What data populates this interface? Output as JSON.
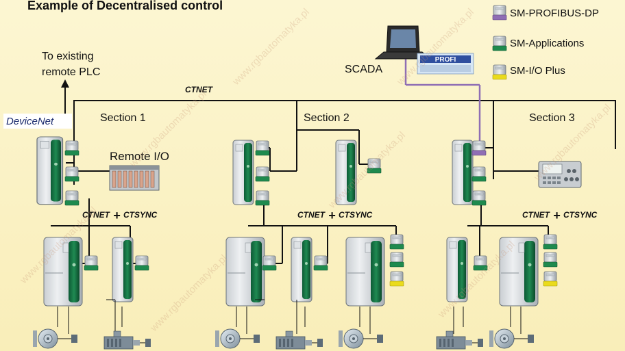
{
  "title": "Example of Decentralised control",
  "legend": [
    {
      "label": "SM-PROFIBUS-DP",
      "color": "#8f6eb4"
    },
    {
      "label": "SM-Applications",
      "color": "#1e8a4e"
    },
    {
      "label": "SM-I/O Plus",
      "color": "#eadb1c"
    }
  ],
  "remote_plc": {
    "line1": "To existing",
    "line2": "remote PLC"
  },
  "devicenet_logo": "DeviceNet",
  "scada_label": "SCADA",
  "profibus_logo": "PROFI",
  "ctnet_label": "CTNET",
  "ctnet_ctsync_label": {
    "net": "CTNET",
    "plus": "+",
    "sync": "CTSYNC"
  },
  "sections": [
    "Section 1",
    "Section 2",
    "Section 3"
  ],
  "remote_io_label": "Remote I/O",
  "watermark": "www.rgbautomatyka.pl",
  "colors": {
    "bus": "#111111",
    "profibus_link": "#8f6eb4",
    "background": "#fbf3c6"
  }
}
